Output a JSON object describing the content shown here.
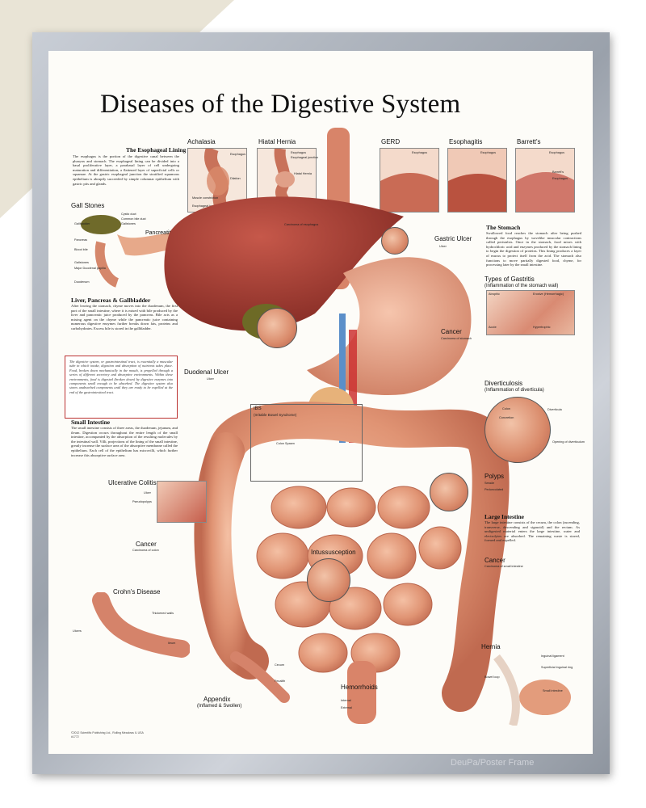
{
  "title": "Diseases of the Digestive System",
  "watermark": "DeuPa/Poster Frame",
  "panels": {
    "achalasia": {
      "title": "Achalasia",
      "labels": [
        "Esophagus",
        "Dilation",
        "Muscle constriction",
        "Esophageal junction"
      ]
    },
    "hiatal_hernia": {
      "title": "Hiatal Hernia",
      "labels": [
        "Esophagus",
        "Esophageal junction",
        "Hiatal Hernia"
      ]
    },
    "gerd": {
      "title": "GERD",
      "labels": [
        "Esophagus"
      ]
    },
    "esophagitis": {
      "title": "Esophagitis",
      "labels": [
        "Esophagus"
      ]
    },
    "barretts": {
      "title": "Barrett's",
      "labels": [
        "Esophagus",
        "Barrett's",
        "Esophagus"
      ]
    }
  },
  "esophageal_lining": {
    "heading": "The Esophageal Lining",
    "text": "The esophagus is the portion of the digestive canal between the pharynx and stomach. The esophageal lining can be divided into a basal proliferative layer, a parabasal layer of cell undergoing maturation and differentiation, a flattened layer of superficial cells or squamae. At the gastric esophageal junction the stratified squamous epithelium is abruptly succeeded by simple columnar epithelium with gastric pits and glands."
  },
  "gall_stones": {
    "heading": "Gall Stones",
    "labels": [
      "Gallbladder",
      "Cystic duct",
      "Common bile duct",
      "Gallstones",
      "Pancreas",
      "Blood bile",
      "Gallstones",
      "Major Duodenal papilla",
      "Duodenum"
    ],
    "pancreatitis": "Pancreatitis"
  },
  "liver": {
    "heading": "Liver, Pancreas & Gallbladder",
    "text": "After leaving the stomach, chyme moves into the duodenum, the first part of the small intestine, where it is mixed with bile produced by the liver and pancreatic juice produced by the pancreas. Bile acts as a mixing agent on the chyme while the pancreatic juice containing numerous digestive enzymes further breaks down fats, proteins and carbohydrates. Excess bile is stored in the gallbladder."
  },
  "note": "The digestive system, or gastrointestinal tract, is essentially a muscular tube in which intake, digestion and absorption of nutrients takes place. Food, broken down mechanically in the mouth, is propelled through a series of different secretory and absorptive environments. Within these environments, food is digested (broken down) by digestive enzymes into components small enough to be absorbed. The digestive system also stores unabsorbed components until they are ready to be expelled at the end of the gastrointestinal tract.",
  "small_intestine": {
    "heading": "Small Intestine",
    "text": "The small intestine consists of three areas, the duodenum, jejunum, and ileum. Digestion occurs throughout the entire length of the small intestine, accompanied by the absorption of the resulting molecules by the intestinal wall. Villi, projections of the lining of the small intestine, greatly increase the surface area of the absorptive membrane called the epithelium. Each cell of the epithelium has microvilli, which further increase this absorptive surface area."
  },
  "stomach": {
    "heading": "The Stomach",
    "text": "Swallowed food reaches the stomach after being pushed through the esophagus by wavelike muscular contractions called peristalsis. Once in the stomach, food mixes with hydrochloric acid and enzymes produced by the stomach lining to begin the digestion of proteins. This lining produces a layer of mucus to protect itself from the acid. The stomach also functions to move partially digested food, chyme, for processing later by the small intestine."
  },
  "gastritis": {
    "heading": "Types of Gastritis",
    "subheading": "(Inflammation of the stomach wall)",
    "labels": [
      "Atrophic",
      "Erosive (Hemorrhagic)",
      "Acute",
      "Hypertrophic"
    ]
  },
  "labels": {
    "carcinoma_esophagus": "Carcinoma of esophagus",
    "gastric_ulcer": "Gastric Ulcer",
    "ulcer": "Ulcer",
    "cancer_stomach": "Cancer",
    "carcinoma_stomach": "Carcinoma of stomach",
    "duodenal_ulcer": "Duodenal Ulcer",
    "ibs": "IBS",
    "ibs_sub": "(Irritable Bowel Syndrome)",
    "colon_spasm": "Colon Spasm",
    "ulcerative_colitis": "Ulcerative Colitis",
    "uc_labels": [
      "Ulcer",
      "Pseudopolyps"
    ],
    "cancer_colon": "Cancer",
    "carcinoma_colon": "Carcinoma of colon",
    "crohns": "Crohn's Disease",
    "crohns_labels": [
      "Thickened walls",
      "Ulcers",
      "Ileum"
    ],
    "intussusception": "Intussusception",
    "appendix": "Appendix",
    "appendix_sub": "(Inflamed & Swollen)",
    "appendix_labels": [
      "Cecum",
      "Fecalith"
    ],
    "hemorrhoids": "Hemorrhoids",
    "hemorrhoid_labels": [
      "Internal",
      "External"
    ],
    "diverticulosis": "Diverticulosis",
    "diverticulosis_sub": "(Inflammation of diverticula)",
    "diverticulosis_labels": [
      "Colon",
      "Diverticula",
      "Concretion",
      "Opening of diverticulum"
    ],
    "polyps": "Polyps",
    "polyps_labels": [
      "Sessile",
      "Pedunculated"
    ],
    "cancer_si": "Cancer",
    "carcinoma_si": "Carcinoma of small intestine",
    "hernia": "Hernia",
    "hernia_labels": [
      "Inguinal ligament",
      "Superficial inguinal ring",
      "Bowel loop",
      "Small intestine"
    ]
  },
  "large_intestine": {
    "heading": "Large Intestine",
    "text": "The large intestine consists of the cecum, the colon (ascending, transverse, descending and sigmoid) and the rectum. As undigested material enters the large intestine, water and electrolytes are absorbed. The remaining waste is stored, formed and expelled."
  },
  "copyright": [
    "©2012 Scientific Publishing Ltd., Rolling Meadows IL USA",
    "#1772"
  ]
}
